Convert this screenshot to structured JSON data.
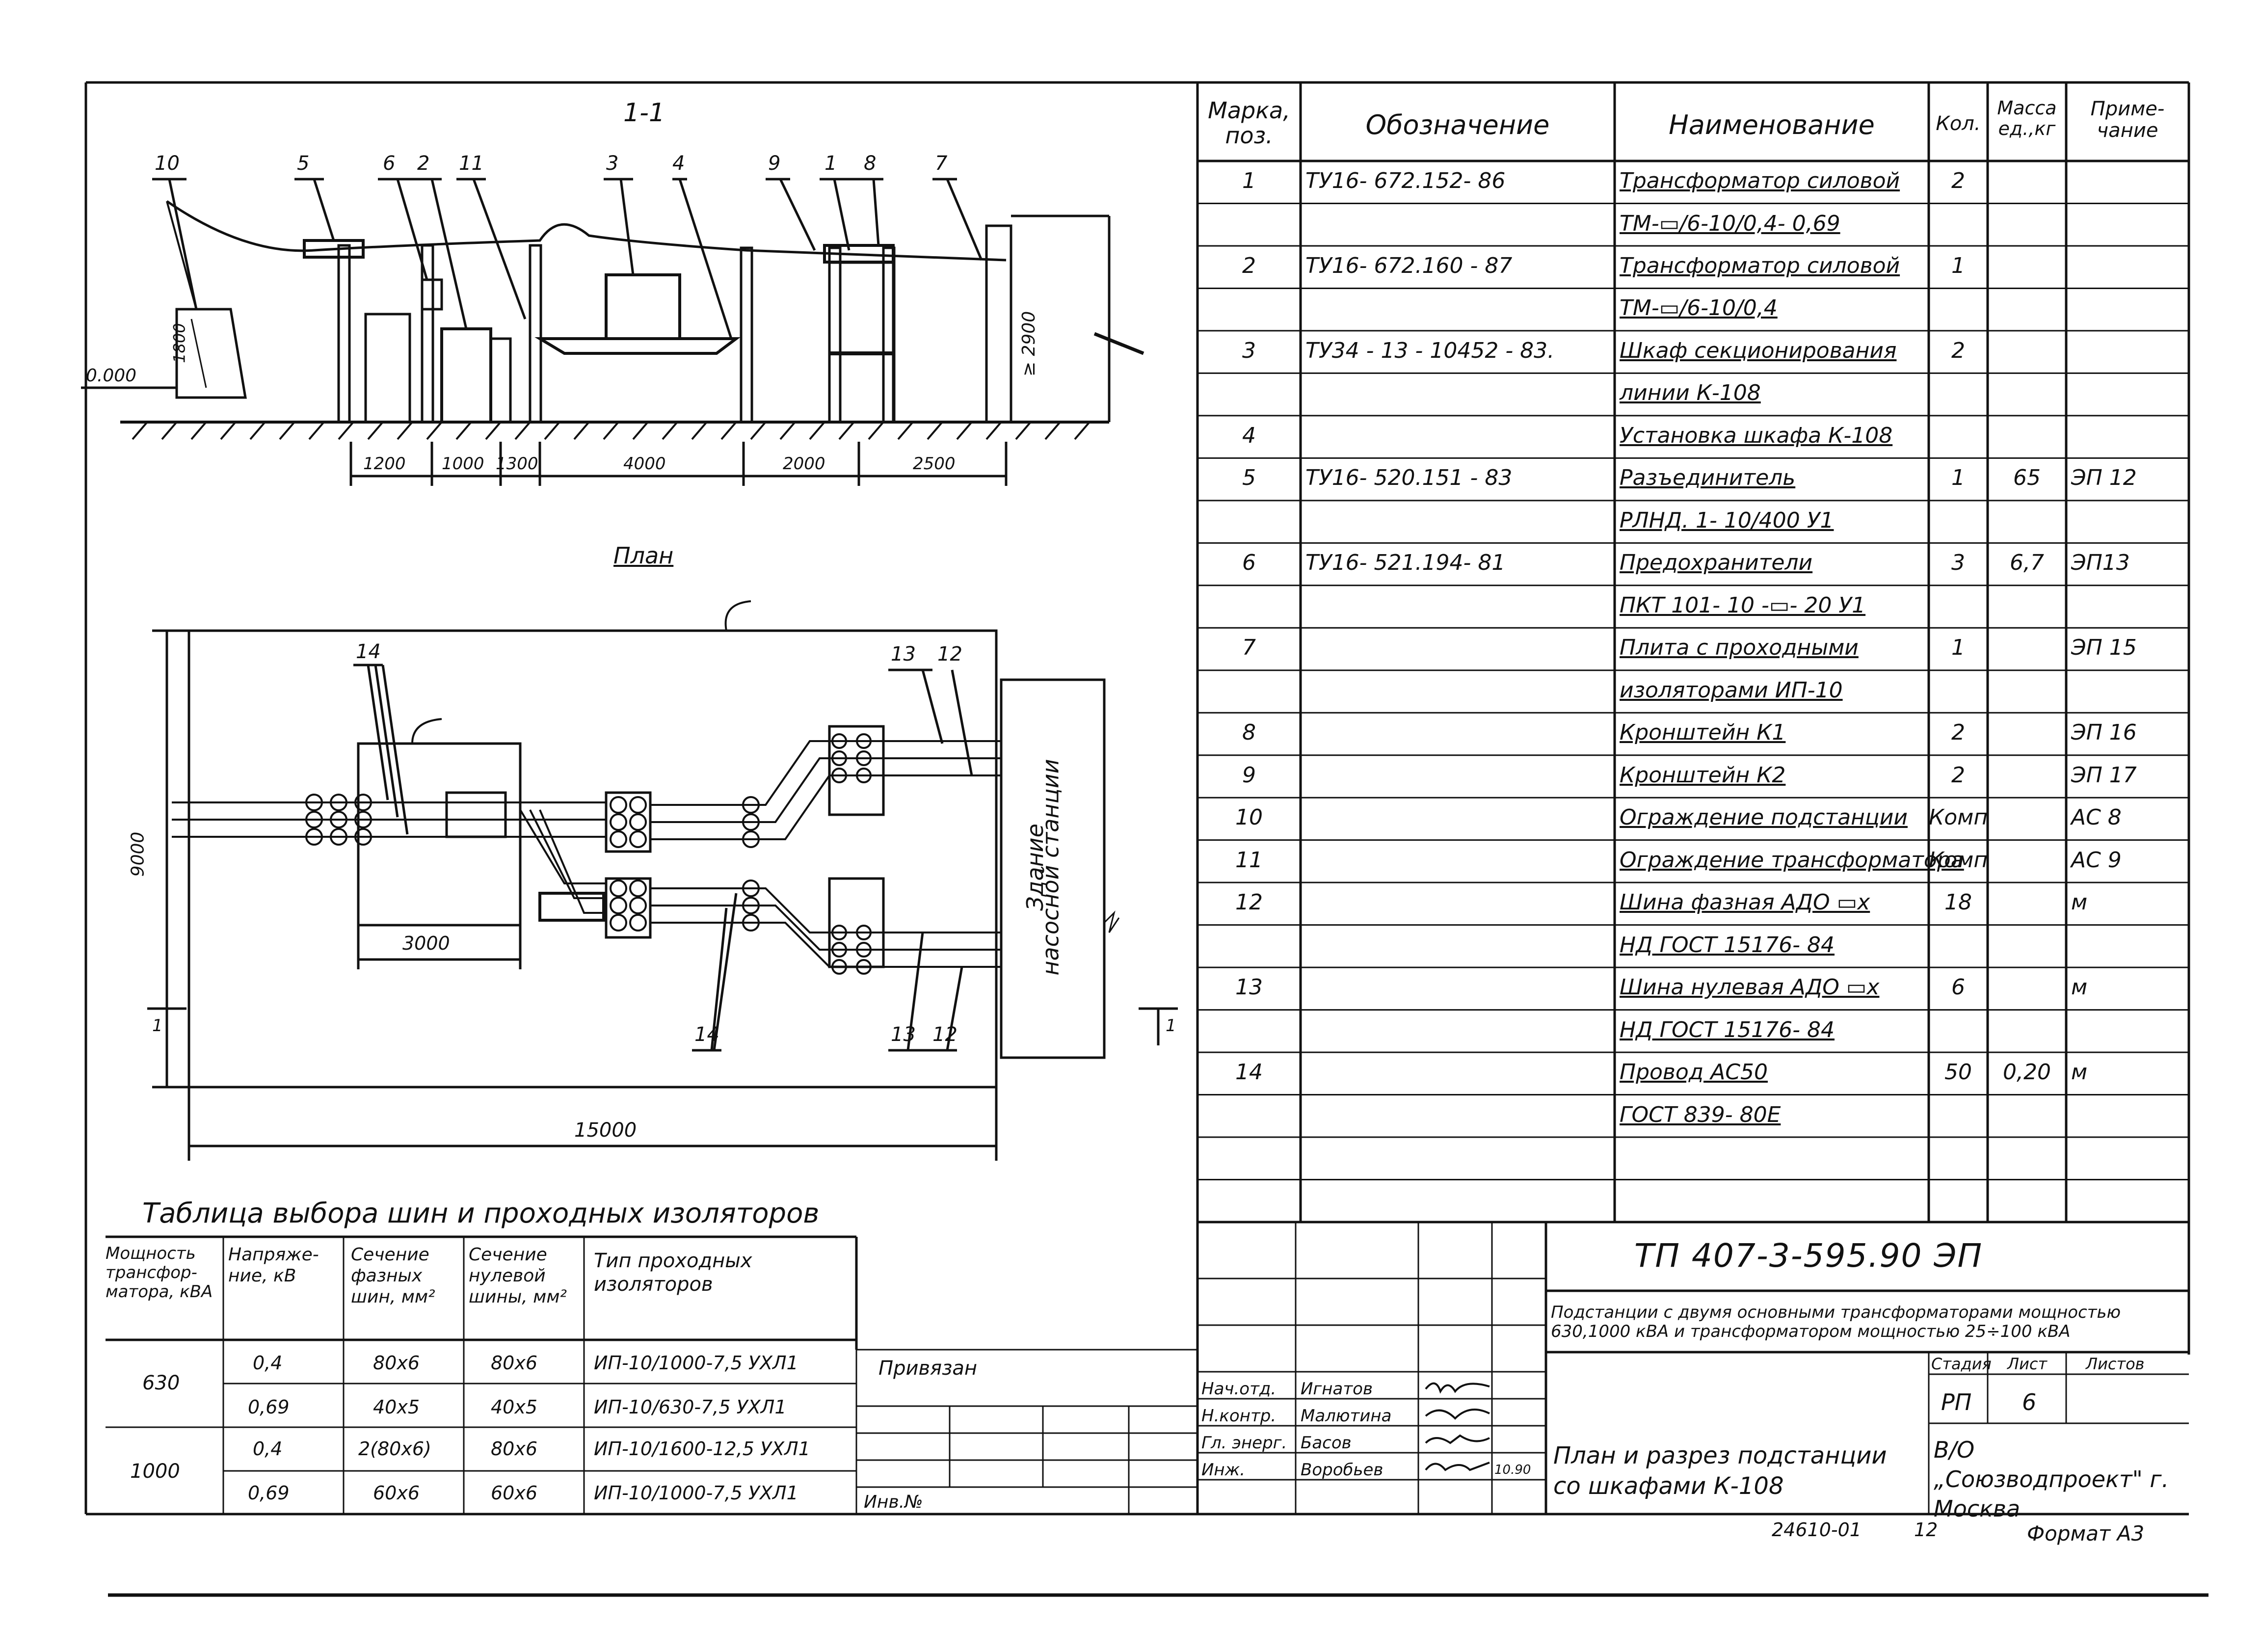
{
  "section_title": "1-1",
  "plan_title": "План",
  "elevation": {
    "level_mark": "0.000",
    "height_left": "1800",
    "height_right": "≥ 2900",
    "dims": [
      "1200",
      "1000",
      "1300",
      "4000",
      "2000",
      "2500"
    ],
    "callouts": [
      "10",
      "5",
      "6",
      "2",
      "11",
      "3",
      "4",
      "9",
      "1",
      "8",
      "7"
    ]
  },
  "plan": {
    "width_dim": "15000",
    "height_dim": "9000",
    "inner_dim": "3000",
    "building_label_1": "Здание",
    "building_label_2": "насосной станции",
    "callouts": {
      "c14_top": "14",
      "c13_top": "13",
      "c12_top": "12",
      "c14_bot": "14",
      "c13_bot": "13",
      "c12_bot": "12"
    },
    "section_marks": [
      "1",
      "1"
    ]
  },
  "spec": {
    "headers": {
      "mark": "Марка, поз.",
      "designation": "Обозначение",
      "name": "Наименование",
      "qty": "Кол.",
      "mass": "Масса ед.,кг",
      "note": "Приме- чание"
    },
    "rows": [
      {
        "mark": "1",
        "des": "ТУ16- 672.152- 86",
        "name": "Трансформатор силовой",
        "qty": "2",
        "mass": "",
        "note": ""
      },
      {
        "mark": "",
        "des": "",
        "name": "ТМ-▭/6-10/0,4- 0,69",
        "qty": "",
        "mass": "",
        "note": ""
      },
      {
        "mark": "2",
        "des": "ТУ16- 672.160 - 87",
        "name": "Трансформатор силовой",
        "qty": "1",
        "mass": "",
        "note": ""
      },
      {
        "mark": "",
        "des": "",
        "name": "ТМ-▭/6-10/0,4",
        "qty": "",
        "mass": "",
        "note": ""
      },
      {
        "mark": "3",
        "des": "ТУ34 - 13 - 10452 - 83.",
        "name": "Шкаф секционирования",
        "qty": "2",
        "mass": "",
        "note": ""
      },
      {
        "mark": "",
        "des": "",
        "name": "линии К-108",
        "qty": "",
        "mass": "",
        "note": ""
      },
      {
        "mark": "4",
        "des": "",
        "name": "Установка шкафа К-108",
        "qty": "",
        "mass": "",
        "note": ""
      },
      {
        "mark": "5",
        "des": "ТУ16- 520.151 - 83",
        "name": "Разъединитель",
        "qty": "1",
        "mass": "65",
        "note": "ЭП 12"
      },
      {
        "mark": "",
        "des": "",
        "name": "РЛНД. 1- 10/400 У1",
        "qty": "",
        "mass": "",
        "note": ""
      },
      {
        "mark": "6",
        "des": "ТУ16- 521.194- 81",
        "name": "Предохранители",
        "qty": "3",
        "mass": "6,7",
        "note": "ЭП13"
      },
      {
        "mark": "",
        "des": "",
        "name": "ПКТ 101- 10 -▭- 20 У1",
        "qty": "",
        "mass": "",
        "note": ""
      },
      {
        "mark": "7",
        "des": "",
        "name": "Плита с проходными",
        "qty": "1",
        "mass": "",
        "note": "ЭП 15"
      },
      {
        "mark": "",
        "des": "",
        "name": "изоляторами ИП-10",
        "qty": "",
        "mass": "",
        "note": ""
      },
      {
        "mark": "8",
        "des": "",
        "name": "Кронштейн К1",
        "qty": "2",
        "mass": "",
        "note": "ЭП 16"
      },
      {
        "mark": "9",
        "des": "",
        "name": "Кронштейн К2",
        "qty": "2",
        "mass": "",
        "note": "ЭП 17"
      },
      {
        "mark": "10",
        "des": "",
        "name": "Ограждение подстанции",
        "qty": "Комп",
        "mass": "",
        "note": "АС 8"
      },
      {
        "mark": "11",
        "des": "",
        "name": "Ограждение трансформатора",
        "qty": "Комп",
        "mass": "",
        "note": "АС 9"
      },
      {
        "mark": "12",
        "des": "",
        "name": "Шина фазная АДО ▭х",
        "qty": "18",
        "mass": "",
        "note": "м"
      },
      {
        "mark": "",
        "des": "",
        "name": "НД ГОСТ 15176- 84",
        "qty": "",
        "mass": "",
        "note": ""
      },
      {
        "mark": "13",
        "des": "",
        "name": "Шина нулевая АДО ▭х",
        "qty": "6",
        "mass": "",
        "note": "м"
      },
      {
        "mark": "",
        "des": "",
        "name": "НД ГОСТ 15176- 84",
        "qty": "",
        "mass": "",
        "note": ""
      },
      {
        "mark": "14",
        "des": "",
        "name": "Провод АС50",
        "qty": "50",
        "mass": "0,20",
        "note": "м"
      },
      {
        "mark": "",
        "des": "",
        "name": "ГОСТ 839- 80Е",
        "qty": "",
        "mass": "",
        "note": ""
      },
      {
        "mark": "",
        "des": "",
        "name": "",
        "qty": "",
        "mass": "",
        "note": ""
      },
      {
        "mark": "",
        "des": "",
        "name": "",
        "qty": "",
        "mass": "",
        "note": ""
      }
    ]
  },
  "busbar_table": {
    "title": "Таблица выбора шин и проходных изоляторов",
    "headers": [
      "Мощность трансфор- матора, кВА",
      "Напряже- ние, кВ",
      "Сечение фазных шин, мм²",
      "Сечение нулевой шины, мм²",
      "Тип проходных изоляторов"
    ],
    "groups": [
      {
        "power": "630",
        "rows": [
          {
            "u": "0,4",
            "phase": "80х6",
            "zero": "80х6",
            "ins": "ИП-10/1000-7,5 УХЛ1"
          },
          {
            "u": "0,69",
            "phase": "40х5",
            "zero": "40х5",
            "ins": "ИП-10/630-7,5 УХЛ1"
          }
        ]
      },
      {
        "power": "1000",
        "rows": [
          {
            "u": "0,4",
            "phase": "2(80х6)",
            "zero": "80х6",
            "ins": "ИП-10/1600-12,5 УХЛ1"
          },
          {
            "u": "0,69",
            "phase": "60х6",
            "zero": "60х6",
            "ins": "ИП-10/1000-7,5 УХЛ1"
          }
        ]
      }
    ]
  },
  "stamp": {
    "privyazan": "Привязан",
    "inv": "Инв.№",
    "doc_code": "ТП 407-3-595.90 ЭП",
    "description": "Подстанции с двумя основными трансформаторами мощностью 630,1000 кВА и трансформатором мощностью 25÷100 кВА",
    "stage_label": "Стадия",
    "sheet_label": "Лист",
    "sheets_label": "Листов",
    "stage": "РП",
    "sheet": "6",
    "roles": [
      {
        "role": "Нач.отд.",
        "name": "Игнатов"
      },
      {
        "role": "Н.контр.",
        "name": "Малютина"
      },
      {
        "role": "Гл. энерг.",
        "name": "Басов"
      },
      {
        "role": "Инж.",
        "name": "Воробьев"
      }
    ],
    "date": "10.90",
    "sheet_title": "План и разрез подстанции со шкафами К-108",
    "org": "В/О „Союзводпроект\" г. Москва",
    "archive_no": "24610-01",
    "page_no": "12",
    "format": "Формат А3"
  }
}
